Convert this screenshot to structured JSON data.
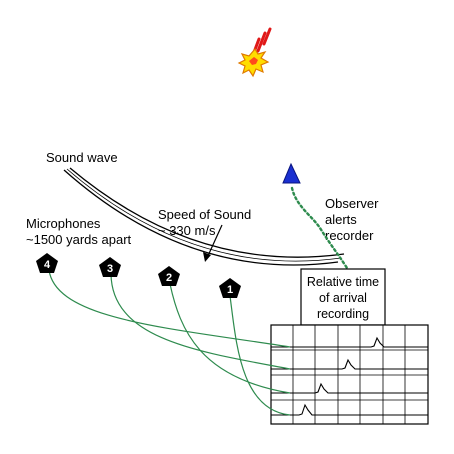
{
  "labels": {
    "sound_wave": "Sound wave",
    "microphones": [
      "Microphones",
      "~1500 yards apart"
    ],
    "speed_of_sound": [
      "Speed of Sound",
      "~ 330 m/s"
    ],
    "observer": [
      "Observer",
      "alerts",
      "recorder"
    ],
    "recorder": [
      "Relative time",
      "of  arrival",
      "recording"
    ]
  },
  "microphones": [
    {
      "number": "4"
    },
    {
      "number": "3"
    },
    {
      "number": "2"
    },
    {
      "number": "1"
    }
  ],
  "colors": {
    "wire": "#2e8b4e",
    "observer_marker": "#1a2fd0",
    "explosion_fill": "#ffdd00",
    "explosion_core": "#ff4a1c",
    "shell_red": "#e01818",
    "microphone": "#000000"
  },
  "icons": {
    "explosion": "explosion-icon",
    "observer": "observer-triangle-icon",
    "microphone": "microphone-pentagon-icon"
  }
}
